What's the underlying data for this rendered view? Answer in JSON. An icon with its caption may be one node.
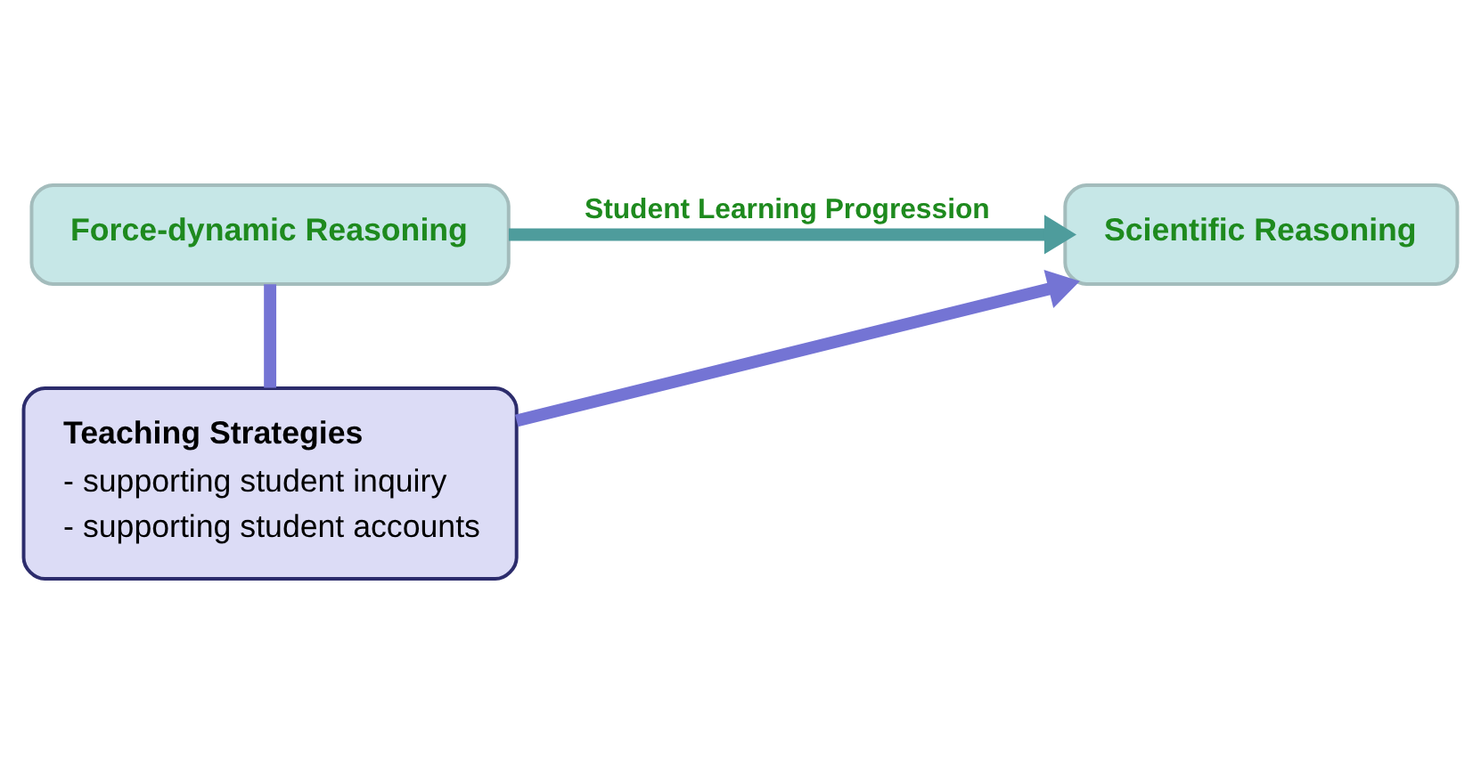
{
  "diagram": {
    "nodes": [
      {
        "text": [
          "Force-dynamic Reasoning"
        ]
      },
      {
        "text": [
          "Scientific Reasoning"
        ]
      },
      {
        "text": [
          "Teaching Strategies",
          "- supporting student inquiry",
          "- supporting student accounts"
        ]
      }
    ],
    "edges": [
      {
        "from": 0,
        "to": 1,
        "arrow": "to",
        "label": "Student Learning Progression",
        "color": "#4e9c9c"
      },
      {
        "from": 0,
        "to": 2,
        "arrow": "none",
        "color": "#7474d4"
      },
      {
        "from": 2,
        "to": 1,
        "arrow": "to",
        "color": "#7474d4"
      }
    ]
  }
}
